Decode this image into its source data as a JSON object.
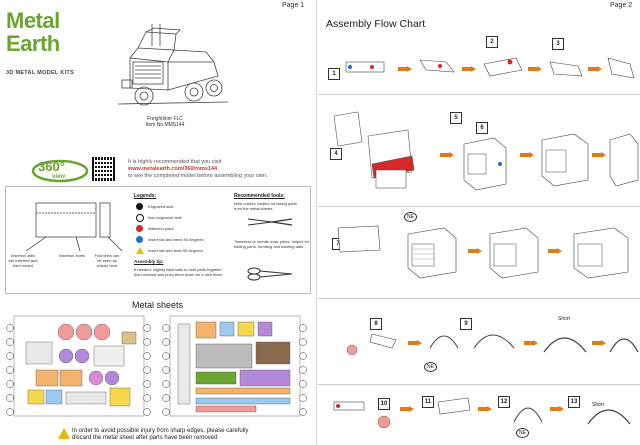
{
  "pages": {
    "left": "Page 1",
    "right": "Page 2"
  },
  "brand": {
    "line1": "Metal",
    "line2": "Earth",
    "subtitle": "3D METAL MODEL KITS",
    "color": "#6aa531"
  },
  "model": {
    "name": "Freightliner FLC",
    "item_no": "Item No.MMS144"
  },
  "badge": {
    "number": "360°",
    "label": "view"
  },
  "recommendation": {
    "line1": "It is highly recommended that you visit",
    "url": "www.metalearth.com/360/mms144",
    "line3": "to see the completed model before assembling your own."
  },
  "insertion": {
    "tabs_label": "Insertion tabs are inserted and then folded",
    "holes_label": "Insertion holes",
    "fold_label": "Fold lines can be seen as shown here"
  },
  "legend": {
    "title": "Legends:",
    "items": [
      "Engraved side",
      "Non-engraved side",
      "Attention point",
      "Insert tab and bend 90 degrees",
      "Insert tab and twist 90 degrees"
    ],
    "tip_title": "Assembly tip:",
    "tip_text": "If needed, slightly twist tabs to hold parts together then unbend and push them down for a nice finish"
  },
  "tools": {
    "title": "Recommended tools:",
    "cutters": "Wire cutters: helpful for taking parts from the metal sheets",
    "tweezers": "Tweezers or needle nose pliers: helpful for folding parts, bending and twisting tabs"
  },
  "sheets": {
    "title": "Metal sheets"
  },
  "warning": {
    "line1": "In order to avoid possible injury from sharp edges, please carefully",
    "line2": "discard the metal sheet after parts have been removed"
  },
  "flow": {
    "title": "Assembly Flow Chart",
    "steps": [
      "1",
      "2",
      "3",
      "4",
      "5",
      "6",
      "7",
      "8",
      "9",
      "10",
      "11",
      "12",
      "13"
    ],
    "labels": {
      "short": "Short",
      "ne": "NE"
    }
  },
  "colors": {
    "arrow": "#e07b1a",
    "attention": "#d62828",
    "insert": "#1f6fd6",
    "twist": "#e6c200"
  }
}
